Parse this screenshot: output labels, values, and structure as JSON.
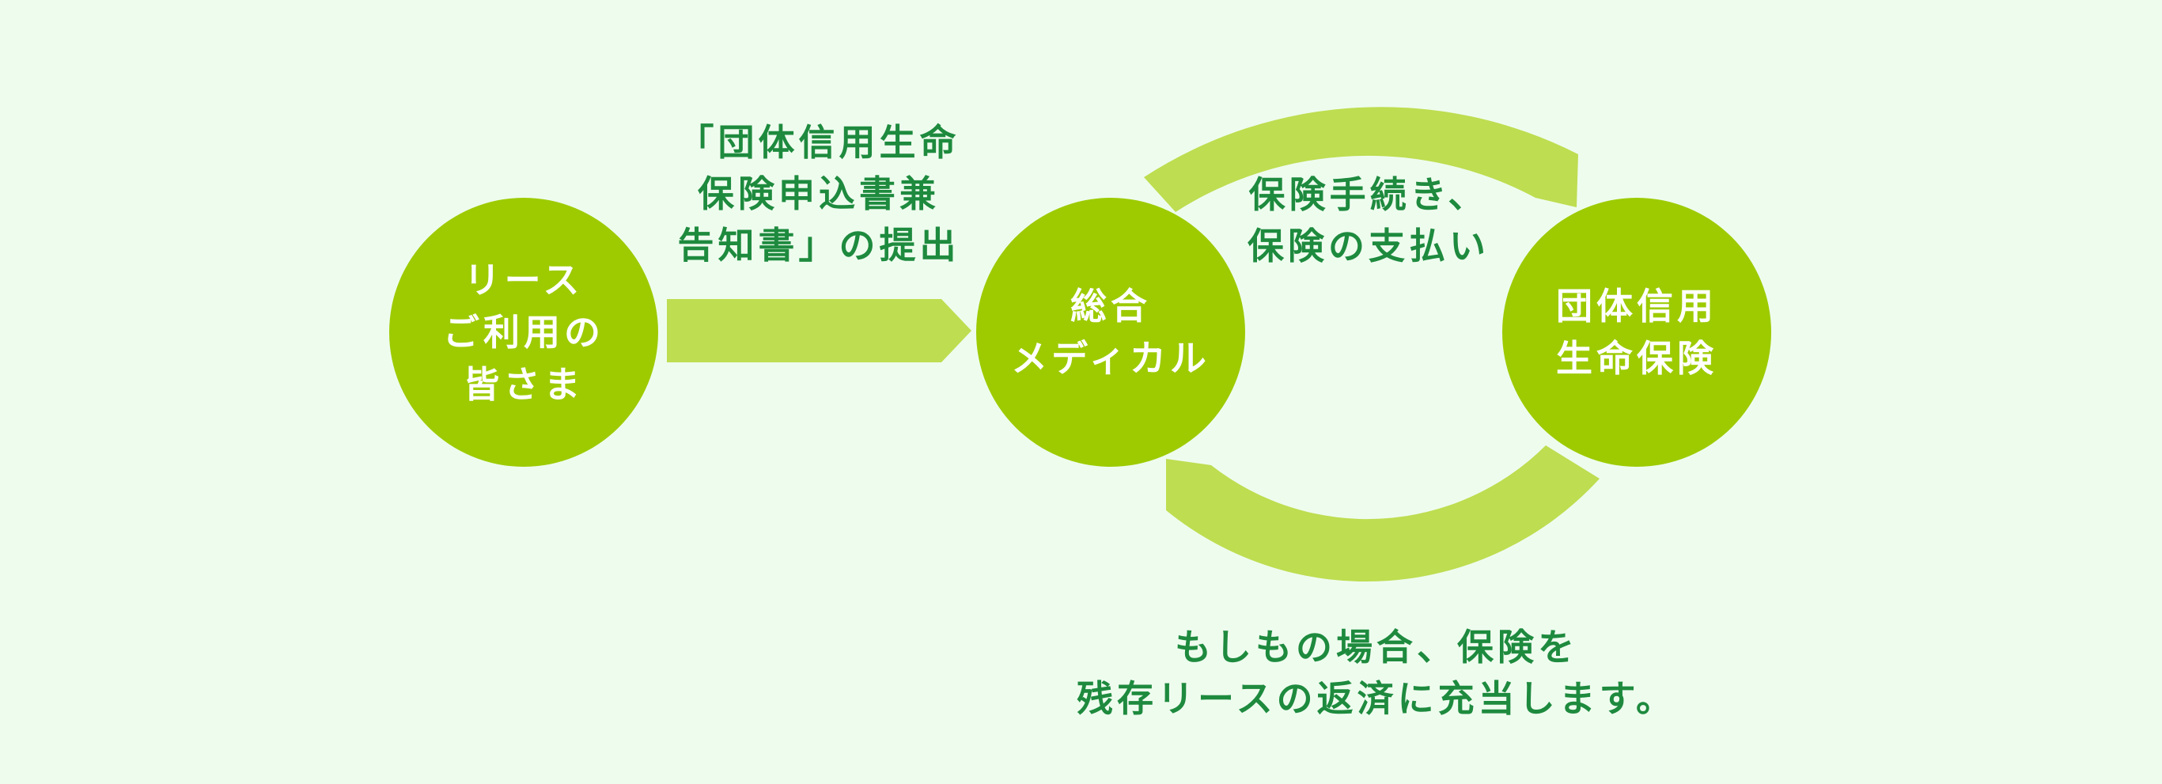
{
  "colors": {
    "background": "#eefcee",
    "circle": "#9dcb00",
    "arrow": "#bedd50",
    "text_green": "#1e8a3e",
    "text_white": "#ffffff"
  },
  "nodes": {
    "customer": {
      "lines": [
        "リース",
        "ご利用の",
        "皆さま"
      ]
    },
    "medical": {
      "lines": [
        "総合",
        "メディカル"
      ]
    },
    "insurance": {
      "lines": [
        "団体信用",
        "生命保険"
      ]
    }
  },
  "edges": {
    "submission": {
      "lines": [
        "「団体信用生命",
        "保険申込書兼",
        "告知書」の提出"
      ]
    },
    "procedure": {
      "lines": [
        "保険手続き、",
        "保険の支払い"
      ]
    },
    "repayment": {
      "lines": [
        "もしもの場合、保険を",
        "残存リースの返済に充当します。"
      ]
    }
  }
}
